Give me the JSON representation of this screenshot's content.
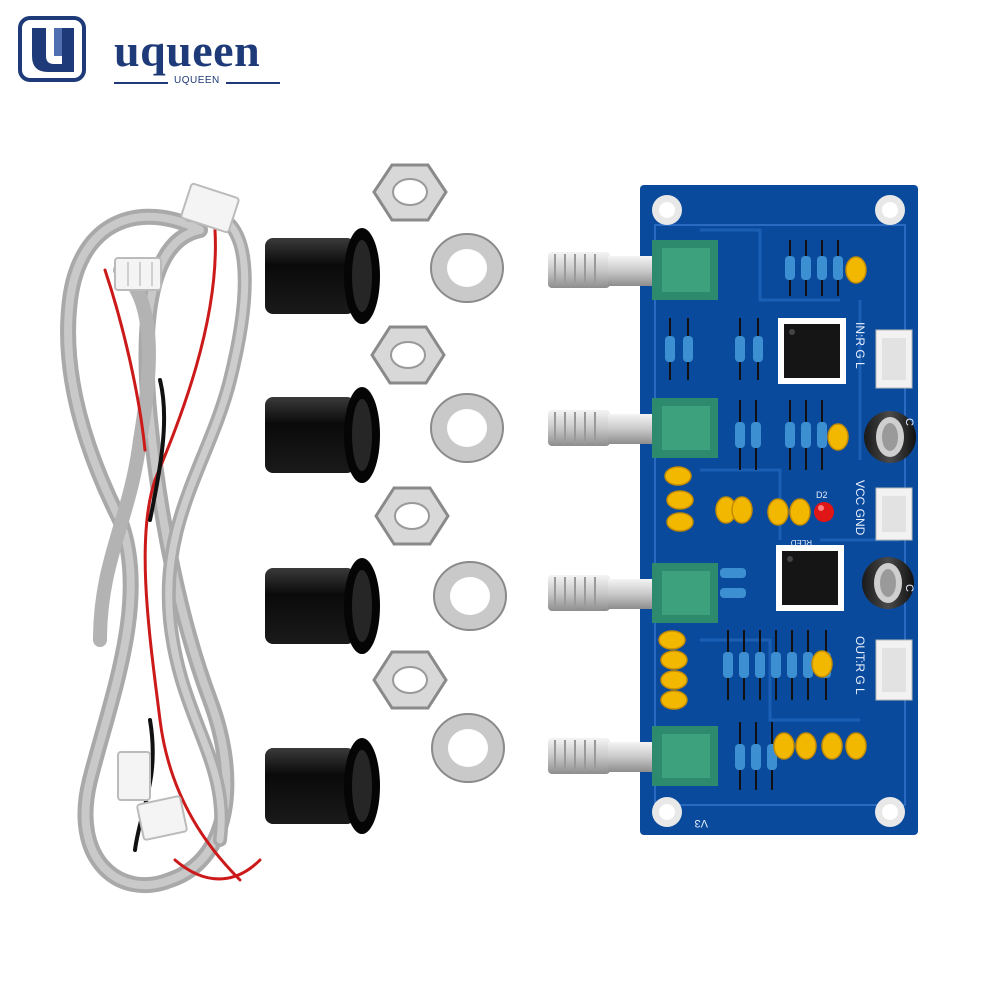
{
  "brand": {
    "name": "uqueen",
    "sub": "UQUEEN"
  },
  "pcb": {
    "labels": {
      "in": "IN:R G L",
      "power": "VCC GND",
      "out": "OUT:R G L",
      "led": "RLED",
      "diode": "D2",
      "version": "V3",
      "cap1": "C",
      "cap2": "C"
    }
  },
  "colors": {
    "logo_blue": "#1e3a78",
    "pcb_blue": "#0a4a9c",
    "pot_green": "#2e8a6c",
    "capacitor_yellow": "#f2b800",
    "knob_black": "#0c0c0c",
    "cable_gray": "#b9b9b9",
    "wire_red": "#cc1a1a"
  }
}
